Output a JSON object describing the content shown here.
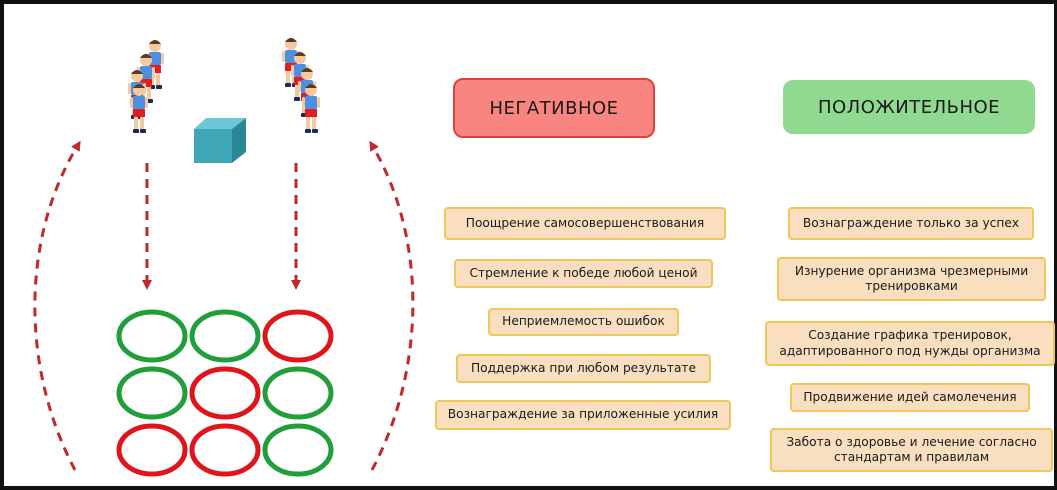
{
  "headers": {
    "negative": "НЕГАТИВНОЕ",
    "positive": "ПОЛОЖИТЕЛЬНОЕ"
  },
  "negative_items": [
    "Поощрение самосовершенствования",
    "Стремление к победе любой ценой",
    "Неприемлемость ошибок",
    "Поддержка при любом результате",
    "Вознаграждение за приложенные усилия"
  ],
  "positive_items": [
    "Вознаграждение только за успех",
    "Изнурение организма чрезмерными тренировками",
    "Создание графика тренировок, адаптированного под нужды организма",
    "Продвижение идей самолечения",
    "Забота о здоровье и лечение согласно стандартам и правилам"
  ],
  "colors": {
    "negative_header_fill": "#f8857f",
    "negative_header_border": "#e0403a",
    "positive_header_fill": "#8fd990",
    "item_fill": "#f9dfc0",
    "item_border": "#f0c55a",
    "hoop_green": "#1f9e3a",
    "hoop_red": "#e0151b",
    "arrow": "#c0282d",
    "cube": "#3ea6b6"
  },
  "hoop_grid": [
    [
      "green",
      "green",
      "red"
    ],
    [
      "green",
      "red",
      "green"
    ],
    [
      "red",
      "red",
      "green"
    ]
  ],
  "icons": [
    "children-team-left",
    "children-team-right",
    "cube-icon",
    "dashed-arrow-icon",
    "hoop-icon"
  ]
}
